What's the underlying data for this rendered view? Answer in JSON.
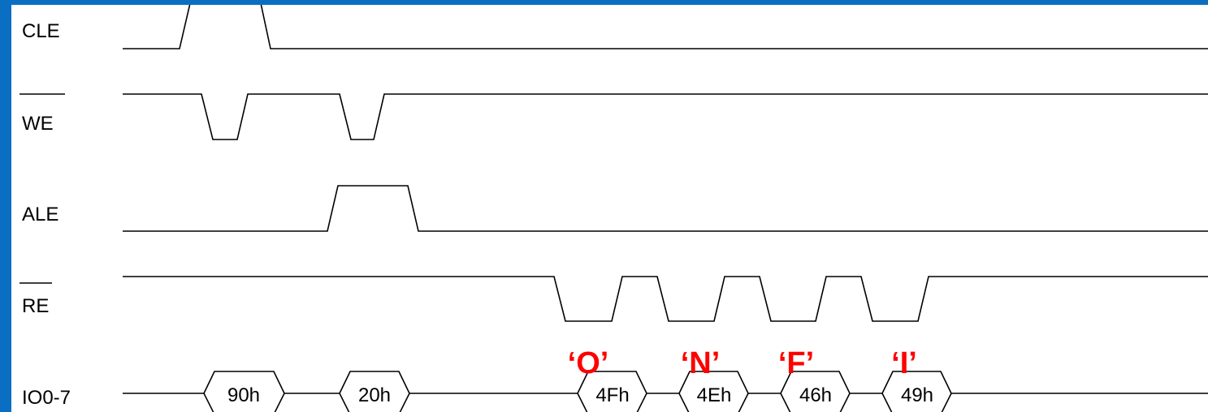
{
  "signals": [
    {
      "label": "CLE",
      "active_low": false
    },
    {
      "label": "WE",
      "active_low": true
    },
    {
      "label": "ALE",
      "active_low": false
    },
    {
      "label": "RE",
      "active_low": true
    },
    {
      "label": "IO0-7",
      "active_low": false
    }
  ],
  "bus_values": [
    "90h",
    "20h",
    "4Fh",
    "4Eh",
    "46h",
    "49h"
  ],
  "char_annotations": [
    "‘O’",
    "‘N’",
    "‘F’",
    "‘I’"
  ],
  "colors": {
    "frame": "#0a6fc2",
    "annotation": "#ff0000",
    "line": "#000000"
  }
}
